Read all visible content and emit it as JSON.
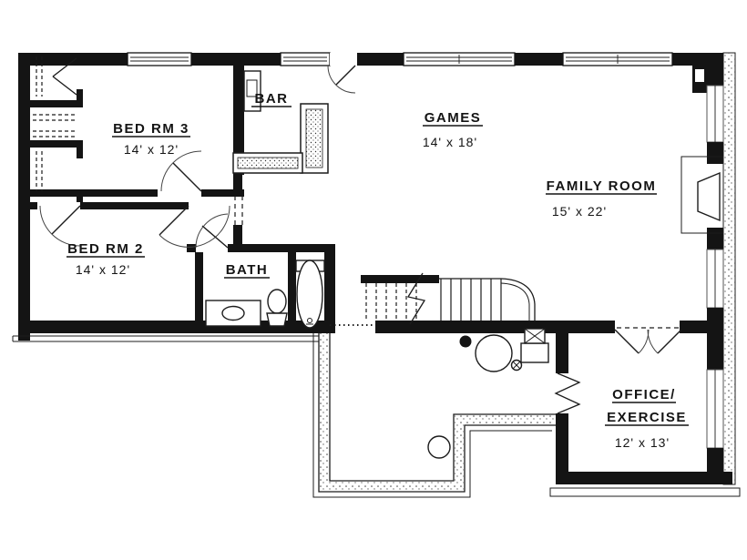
{
  "plan": {
    "type": "basement-floor-plan",
    "colors": {
      "line": "#141414",
      "background": "#ffffff"
    },
    "rooms": {
      "bed3": {
        "name": "BED RM 3",
        "dims": "14' x 12'"
      },
      "bar": {
        "name": "BAR"
      },
      "games": {
        "name": "GAMES",
        "dims": "14' x 18'"
      },
      "family": {
        "name": "FAMILY ROOM",
        "dims": "15' x 22'"
      },
      "bed2": {
        "name": "BED RM 2",
        "dims": "14' x 12'"
      },
      "bath": {
        "name": "BATH"
      },
      "office": {
        "name_line1": "OFFICE/",
        "name_line2": "EXERCISE",
        "dims": "12' x 13'"
      }
    }
  }
}
